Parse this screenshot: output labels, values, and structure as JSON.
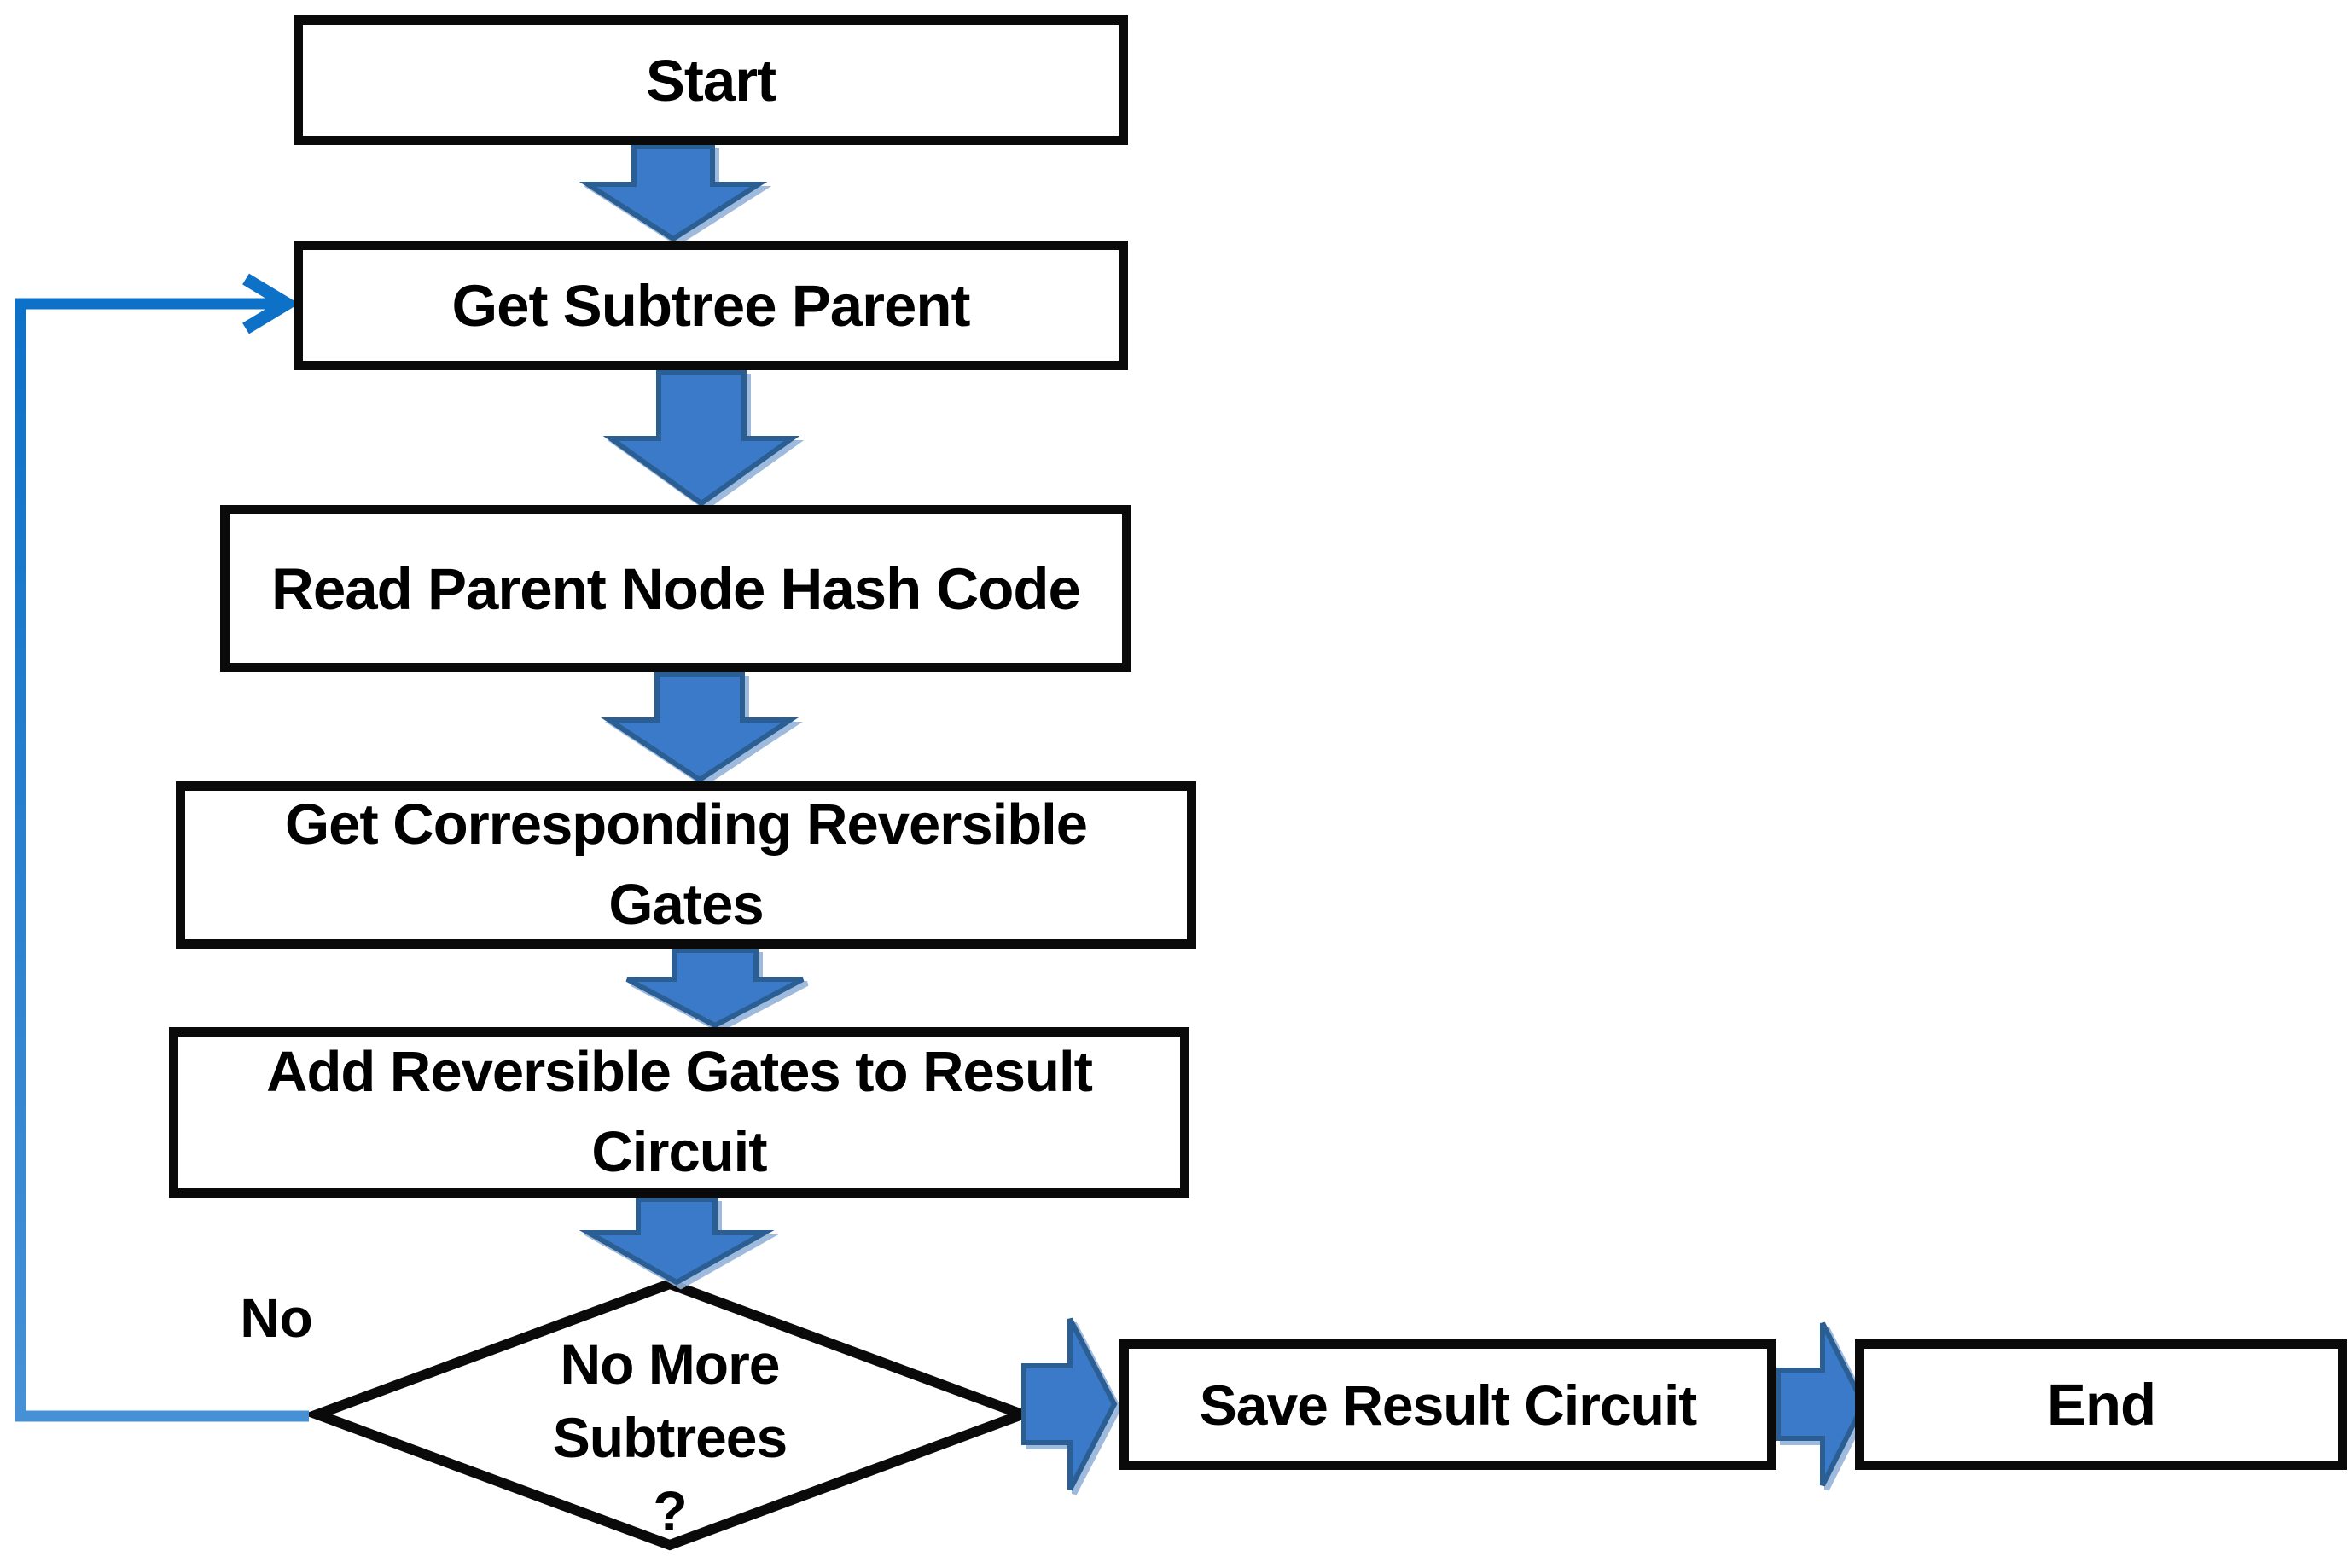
{
  "flowchart": {
    "boxes": {
      "start": {
        "label": "Start"
      },
      "get_subtree_parent": {
        "label": "Get Subtree Parent"
      },
      "read_parent_node_hash_code": {
        "label": "Read Parent Node Hash Code"
      },
      "get_corresponding_reversible_gates": {
        "label": "Get Corresponding Reversible Gates",
        "lines": [
          "Get Corresponding Reversible",
          "Gates"
        ]
      },
      "add_reversible_gates_to_result_circuit": {
        "label": "Add Reversible Gates to Result Circuit",
        "lines": [
          "Add Reversible Gates to Result",
          "Circuit"
        ]
      },
      "save_result_circuit": {
        "label": "Save Result Circuit"
      },
      "end": {
        "label": "End"
      }
    },
    "decision": {
      "label": "No More Subtrees ?",
      "lines": [
        "No More",
        "Subtrees",
        "?"
      ]
    },
    "branch_labels": {
      "no": "No"
    },
    "edges": [
      {
        "from": "start",
        "to": "get_subtree_parent",
        "style": "block-arrow"
      },
      {
        "from": "get_subtree_parent",
        "to": "read_parent_node_hash_code",
        "style": "block-arrow"
      },
      {
        "from": "read_parent_node_hash_code",
        "to": "get_corresponding_reversible_gates",
        "style": "block-arrow"
      },
      {
        "from": "get_corresponding_reversible_gates",
        "to": "add_reversible_gates_to_result_circuit",
        "style": "block-arrow"
      },
      {
        "from": "add_reversible_gates_to_result_circuit",
        "to": "no_more_subtrees_decision",
        "style": "block-arrow"
      },
      {
        "from": "no_more_subtrees_decision",
        "to": "save_result_circuit",
        "style": "block-arrow"
      },
      {
        "from": "save_result_circuit",
        "to": "end",
        "style": "block-arrow"
      },
      {
        "from": "no_more_subtrees_decision",
        "to": "get_subtree_parent",
        "label": "No",
        "style": "thin-arrow-line"
      }
    ],
    "colors": {
      "block_arrow_fill": "#3a7ac8",
      "block_arrow_stroke": "#2b5f94",
      "block_arrow_bevel": "#94b2d8",
      "loop_line_dark": "#0d71c7",
      "loop_line_light": "#4690d6",
      "node_border": "#0a0a0a",
      "node_fill": "#ffffff",
      "text": "#000000",
      "background": "#ffffff"
    }
  }
}
